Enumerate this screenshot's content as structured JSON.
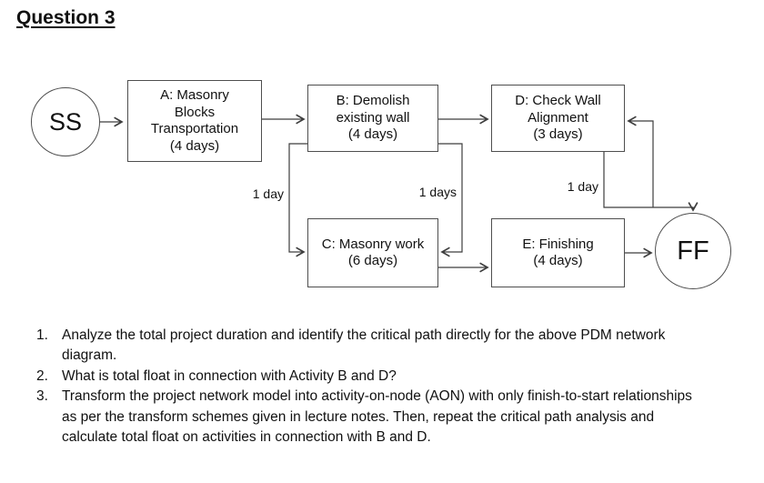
{
  "title": "Question 3",
  "colors": {
    "line": "#3d3d3d",
    "box_border": "#4e4e4e",
    "text": "#111111",
    "page_background": "#ffffff"
  },
  "diagram": {
    "start_node_label": "SS",
    "end_node_label": "FF",
    "activities": [
      {
        "id": "A",
        "label": "A: Masonry\nBlocks\nTransportation\n(4 days)"
      },
      {
        "id": "B",
        "label": "B: Demolish\nexisting wall\n(4 days)"
      },
      {
        "id": "D",
        "label": "D: Check Wall\nAlignment\n(3 days)"
      },
      {
        "id": "C",
        "label": "C: Masonry work\n(6 days)"
      },
      {
        "id": "E",
        "label": "E: Finishing\n(4 days)"
      }
    ],
    "lag_labels": [
      {
        "id": "lag-b-to-c-start",
        "label": "1 day"
      },
      {
        "id": "lag-b-to-c-finish",
        "label": "1 days"
      },
      {
        "id": "lag-d-to-ff",
        "label": "1 day"
      }
    ]
  },
  "questions": [
    {
      "number": "1.",
      "text": "Analyze the total project duration and identify the critical path directly for the above PDM network diagram."
    },
    {
      "number": "2.",
      "text": "What is total float in connection with Activity B and D?"
    },
    {
      "number": "3.",
      "text": "Transform the project network model into activity-on-node (AON) with only finish-to-start relationships as per the transform schemes given in lecture notes. Then, repeat the critical path analysis and calculate total float on activities in connection with B and D."
    }
  ]
}
